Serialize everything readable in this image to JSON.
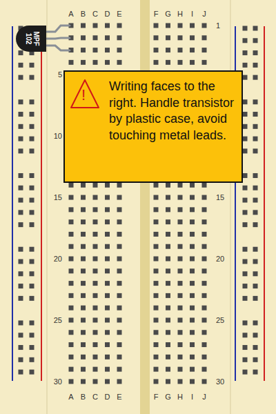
{
  "diagram": {
    "nodes": [
      {
        "text": [
          "MPF 102"
        ]
      },
      {
        "text": [
          "Writing faces to the right. Handle transistor by plastic case, avoid touching metal leads."
        ]
      }
    ],
    "labels": [
      "A",
      "B",
      "C",
      "D",
      "E",
      "F",
      "G",
      "H",
      "I",
      "J",
      "5",
      "10",
      "15",
      "20",
      "25",
      "30",
      "1",
      "15",
      "20",
      "25",
      "30",
      "A",
      "B",
      "C",
      "D",
      "E",
      "F",
      "G",
      "H",
      "I",
      "J",
      "!"
    ]
  }
}
